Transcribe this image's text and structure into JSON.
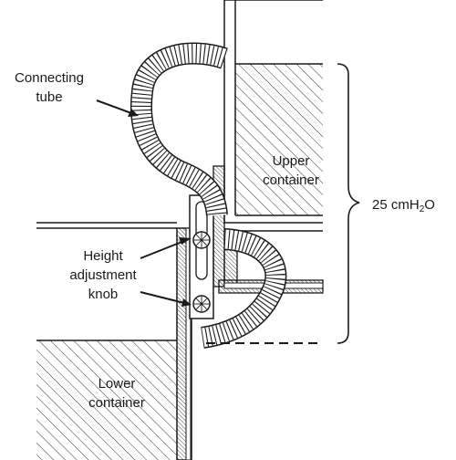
{
  "labels": {
    "connecting_tube": [
      "Connecting",
      "tube"
    ],
    "upper_container": [
      "Upper",
      "container"
    ],
    "height_adjustment_knob": [
      "Height",
      "adjustment",
      "knob"
    ],
    "lower_container": [
      "Lower",
      "container"
    ],
    "pressure": {
      "prefix": "25 cmH",
      "subscript": "2",
      "suffix": "O"
    }
  },
  "colors": {
    "line": "#1a1a1a",
    "background": "#ffffff",
    "hatch": "#1a1a1a"
  }
}
